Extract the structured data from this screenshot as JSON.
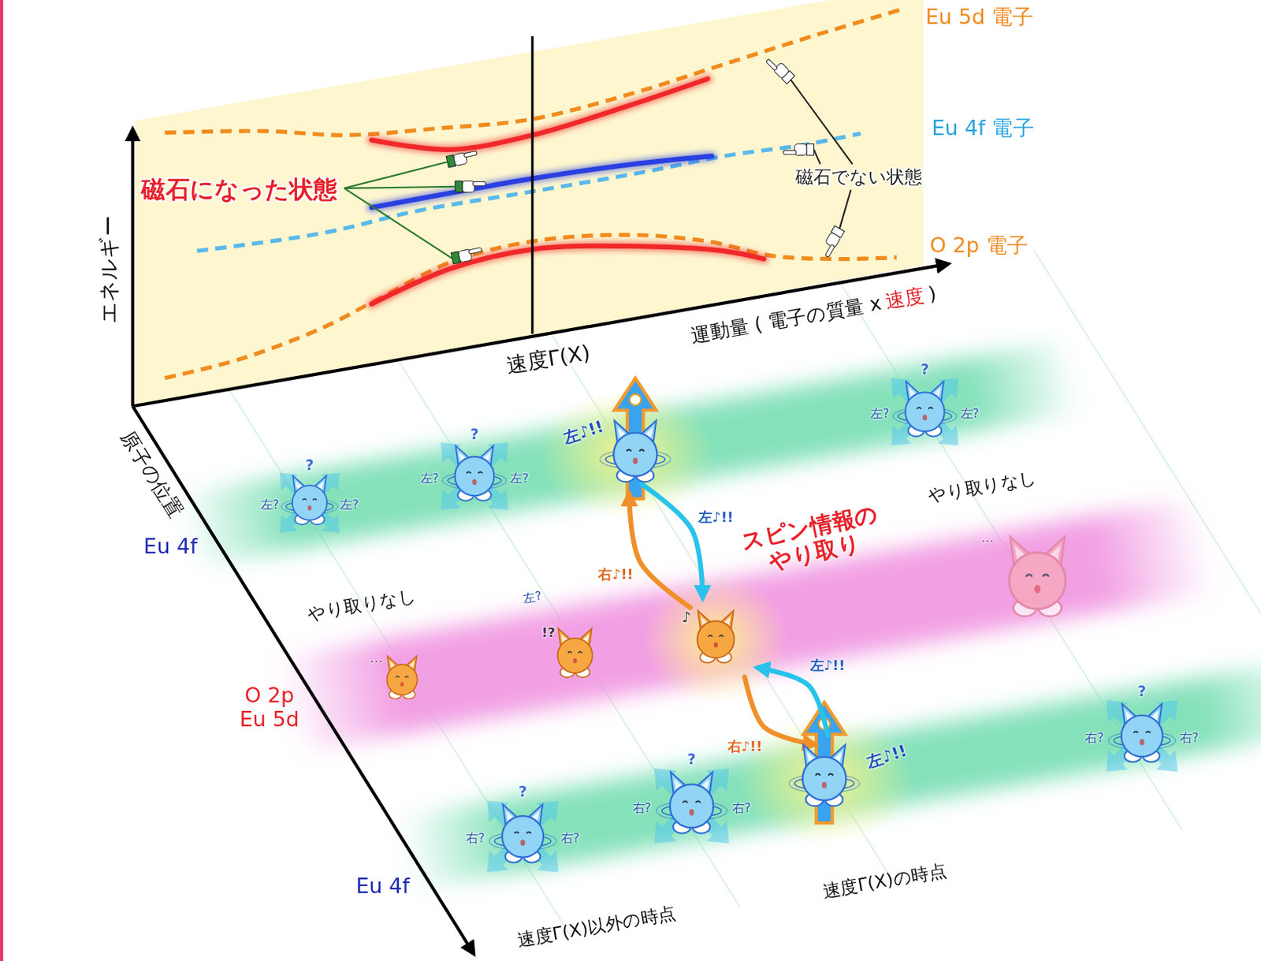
{
  "diagram": {
    "nodes": [
      {
        "text": [
          "左♪!!"
        ]
      },
      {
        "text": [
          "♪"
        ]
      },
      {
        "text": [
          "左♪!!"
        ]
      }
    ],
    "edges": [
      {
        "from": 0,
        "to": 1,
        "arrow": "to",
        "label": "左♪!!"
      },
      {
        "from": 1,
        "to": 0,
        "arrow": "to",
        "label": "右♪!!"
      },
      {
        "from": 2,
        "to": 1,
        "arrow": "to",
        "label": "左♪!!"
      },
      {
        "from": 1,
        "to": 2,
        "arrow": "to",
        "label": "右♪!!"
      }
    ],
    "labels": [
      "Eu 5d 電子",
      "Eu 4f 電子",
      "O 2p 電子",
      "磁石になった状態",
      "磁石でない状態",
      "エネルギー",
      "運動量 ( 電子の質量 x",
      "速度",
      ")",
      "速度Γ(X)",
      "原子の位置",
      "Eu 4f",
      "O 2p Eu 5d",
      "Eu 4f",
      "やり取りなし",
      "やり取りなし",
      "スピン情報のやり取り",
      "速度Γ(X)以外の時点",
      "速度Γ(X)の時点",
      "?",
      "左?",
      "左?",
      "?",
      "左?",
      "左?",
      "左?",
      "?",
      "左?",
      "左?",
      "…",
      "!?",
      "…",
      "?",
      "右?",
      "右?",
      "?",
      "右?",
      "右?",
      "?",
      "右?",
      "右?"
    ]
  }
}
